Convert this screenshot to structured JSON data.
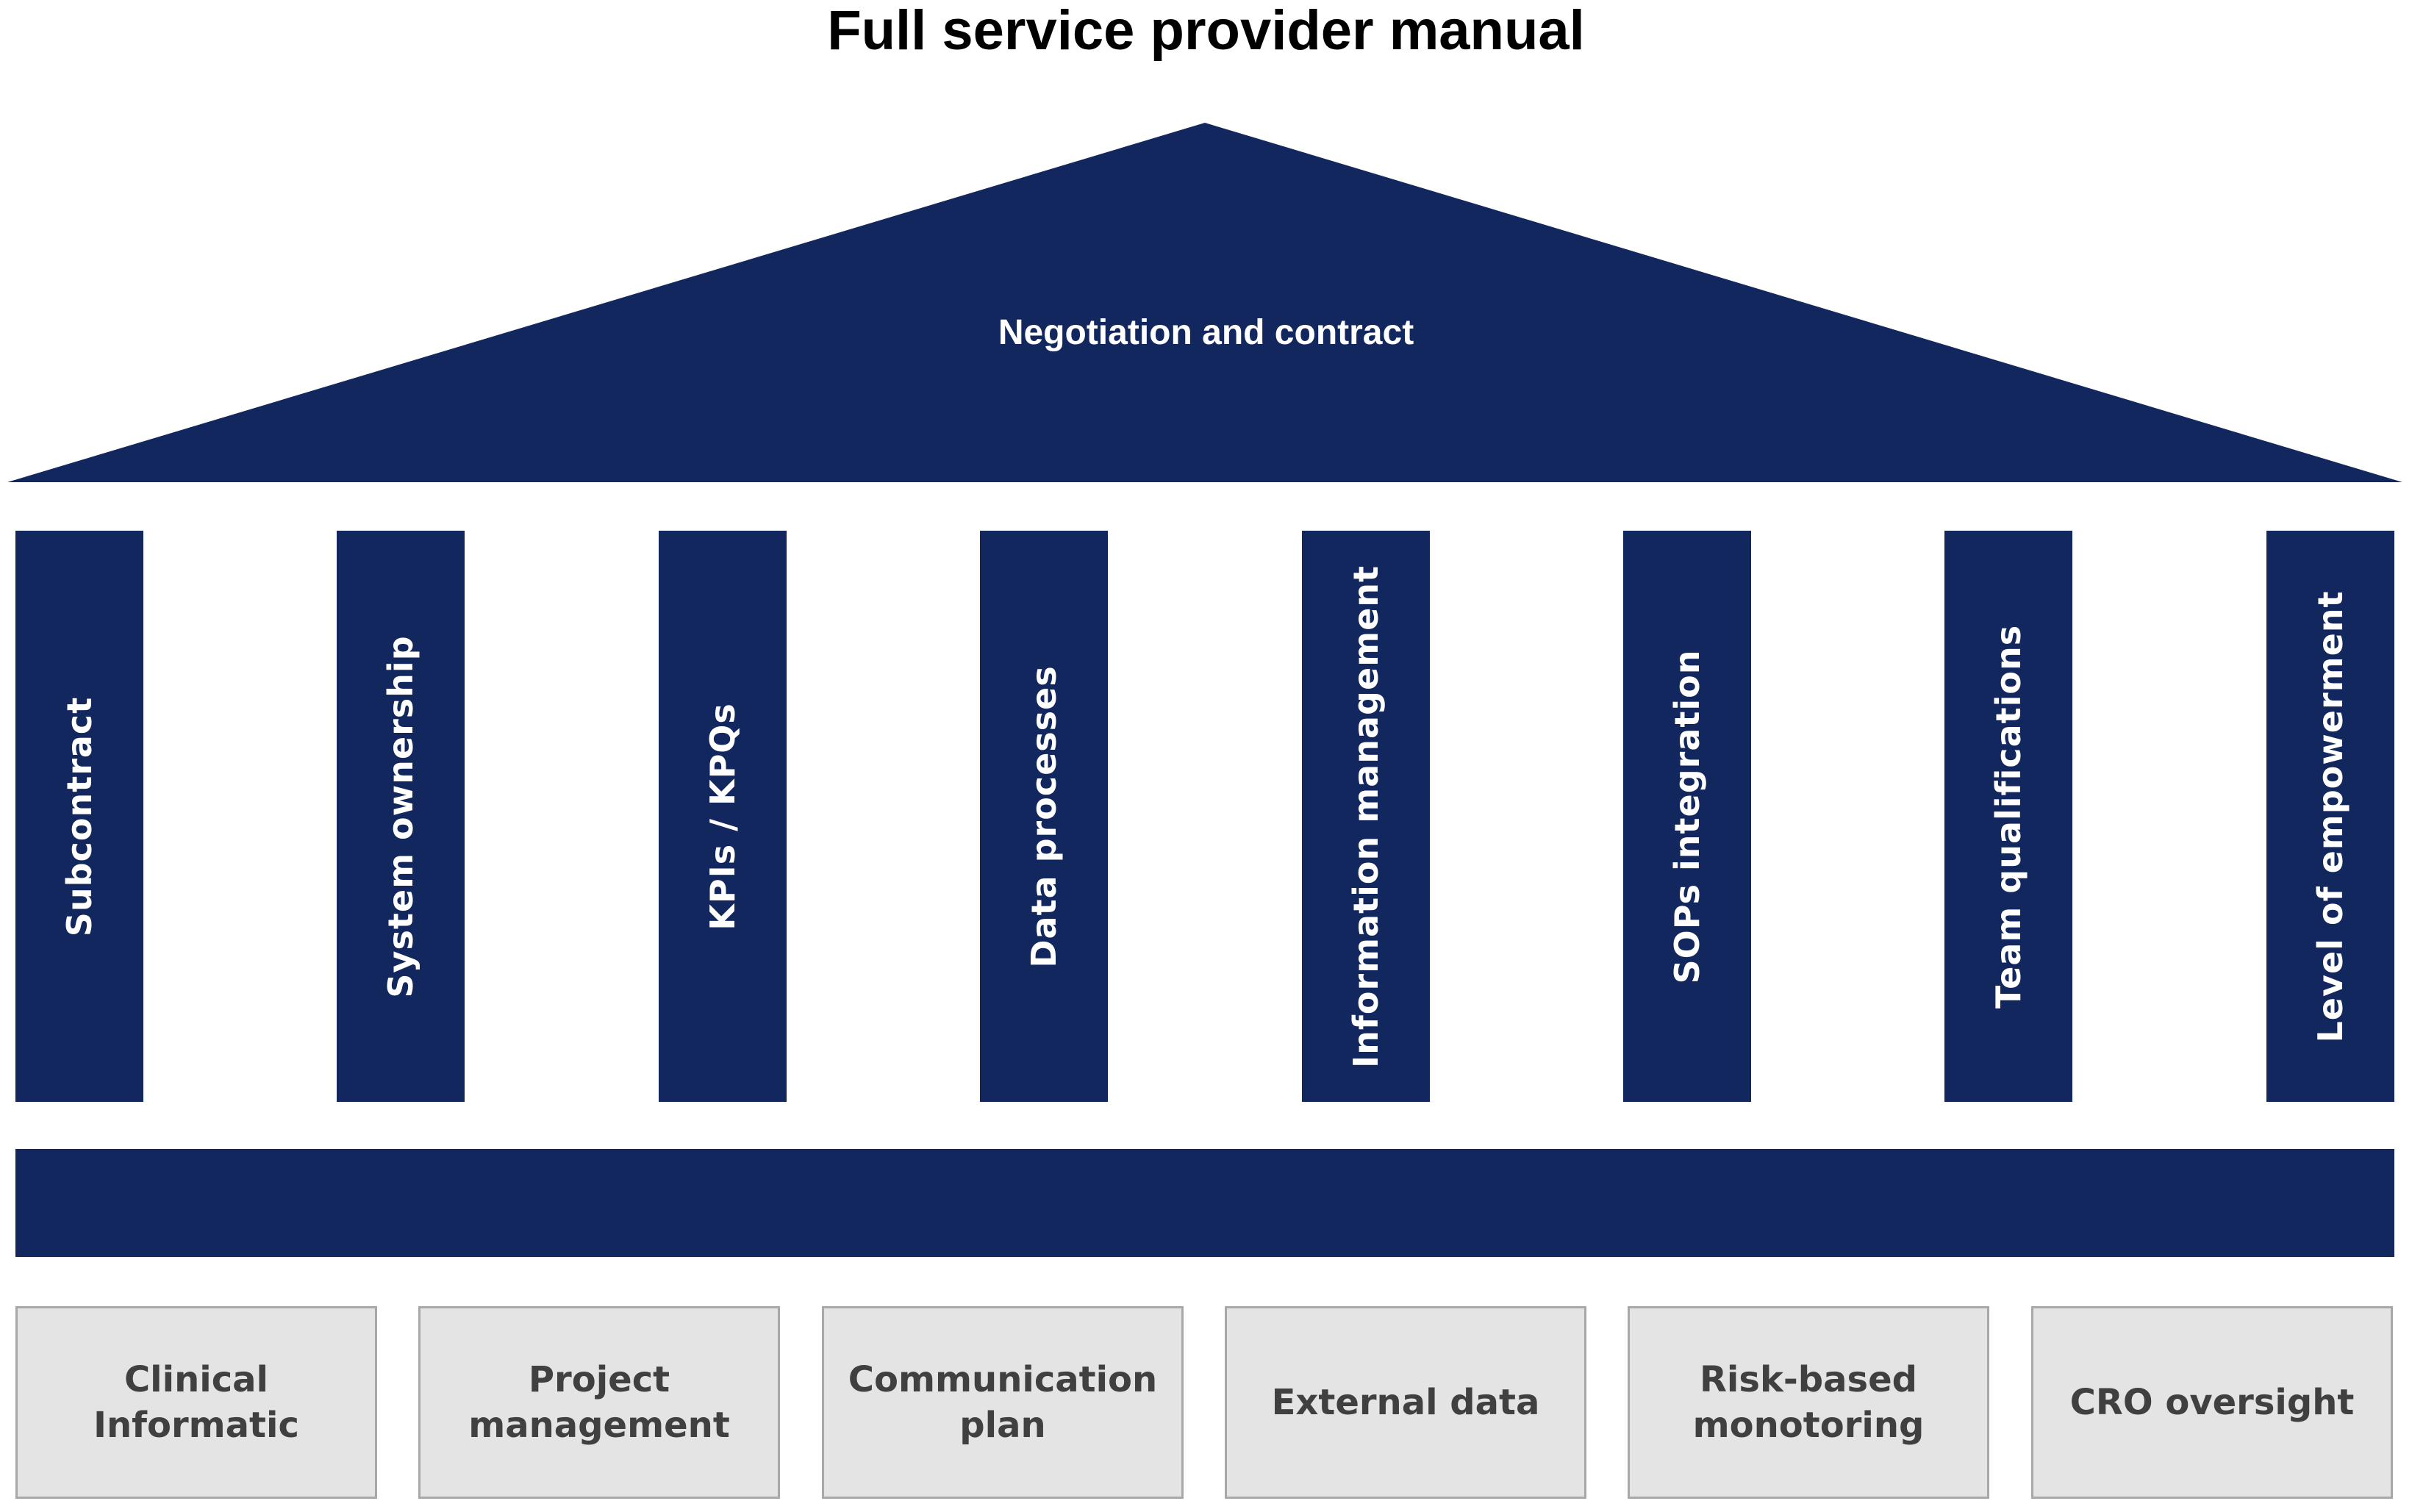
{
  "title": "Full service provider manual",
  "colors": {
    "primary": "#13275f",
    "box_fill": "#e4e4e4",
    "box_border": "#a8a8a8",
    "box_text": "#404040"
  },
  "roof": {
    "label": "Negotiation and contract"
  },
  "pillars": [
    {
      "label": "Subcontract"
    },
    {
      "label": "System ownership"
    },
    {
      "label": "KPIs / KPQs"
    },
    {
      "label": "Data processes"
    },
    {
      "label": "Information management"
    },
    {
      "label": "SOPs integration"
    },
    {
      "label": "Team qualifications"
    },
    {
      "label": "Level of empowerment"
    }
  ],
  "foundation": [
    {
      "label": "Clinical\nInformatic"
    },
    {
      "label": "Project\nmanagement"
    },
    {
      "label": "Communication\nplan"
    },
    {
      "label": "External data"
    },
    {
      "label": "Risk-based\nmonotoring"
    },
    {
      "label": "CRO oversight"
    }
  ]
}
